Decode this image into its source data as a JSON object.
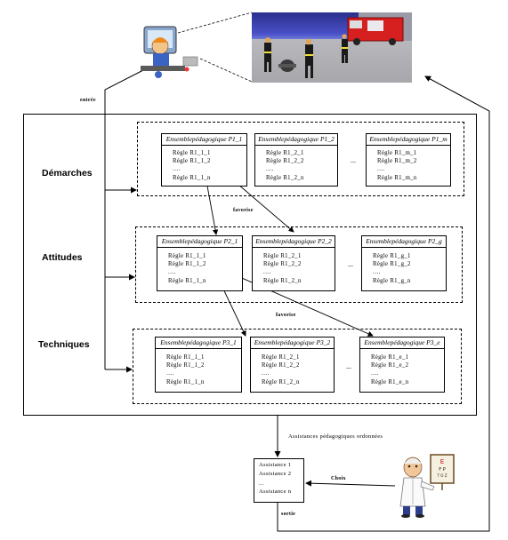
{
  "labels": {
    "entree": "entrée",
    "sortie": "sortie",
    "favorise_1": "favorise",
    "favorise_2": "favorise",
    "assistances_ordonnees": "Assistances pédagogiques ordonnées",
    "choix": "Choix"
  },
  "rows": [
    {
      "label": "Démarches",
      "sets": [
        {
          "title": "Ensemblepédagogique P1_1",
          "rules": [
            "Règle R1_1_1",
            "Règle R1_1_2",
            "Règle R1_1_n"
          ]
        },
        {
          "title": "Ensemblepédagogique P1_2",
          "rules": [
            "Règle R1_2_1",
            "Règle R1_2_2",
            "Règle R1_2_n"
          ]
        },
        {
          "title": "Ensemblepédagogique P1_m",
          "rules": [
            "Règle R1_m_1",
            "Règle R1_m_2",
            "Règle R1_m_n"
          ]
        }
      ]
    },
    {
      "label": "Attitudes",
      "sets": [
        {
          "title": "Ensemblepédagogique P2_1",
          "rules": [
            "Règle R1_1_1",
            "Règle R1_1_2",
            "Règle R1_1_n"
          ]
        },
        {
          "title": "Ensemblepédagogique P2_2",
          "rules": [
            "Règle R1_2_1",
            "Règle R1_2_2",
            "Règle R1_2_n"
          ]
        },
        {
          "title": "Ensemblepédagogique P2_g",
          "rules": [
            "Règle R1_g_1",
            "Règle R1_g_2",
            "Règle R1_g_n"
          ]
        }
      ]
    },
    {
      "label": "Techniques",
      "sets": [
        {
          "title": "Ensemblepédagogique P3_1",
          "rules": [
            "Règle R1_1_1",
            "Règle R1_1_2",
            "Règle R1_1_n"
          ]
        },
        {
          "title": "Ensemblepédagogique P3_2",
          "rules": [
            "Règle R1_2_1",
            "Règle R1_2_2",
            "Règle R1_2_n"
          ]
        },
        {
          "title": "Ensemblepédagogique P3_e",
          "rules": [
            "Règle R1_e_1",
            "Règle R1_e_2",
            "Règle R1_e_n"
          ]
        }
      ]
    }
  ],
  "rule_ellipsis": "....",
  "set_ellipsis": "...",
  "assistances": [
    "Assistance 1",
    "Assistance 2",
    "...",
    "Assistance n"
  ],
  "icons": {
    "learner": "learner-at-computer-icon",
    "scene": "firefighter-training-scene",
    "expert": "doctor-expert-icon",
    "eye_chart": "eye-chart-icon"
  },
  "scene_text": {
    "chart_e": "E",
    "chart_row2": "F P",
    "chart_row3": "T O Z"
  }
}
